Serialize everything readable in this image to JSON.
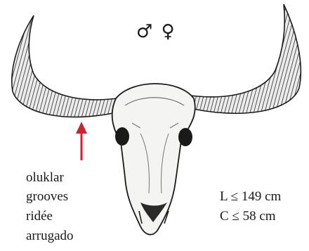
{
  "sex_symbols": "♂ ♀",
  "terms": [
    "oluklar",
    "grooves",
    "ridée",
    "arrugado"
  ],
  "measurements": {
    "length": "L ≤ 149 cm",
    "circumference": "C ≤ 58 cm"
  },
  "colors": {
    "arrow": "#d4202e",
    "ink": "#1a1a1a"
  }
}
